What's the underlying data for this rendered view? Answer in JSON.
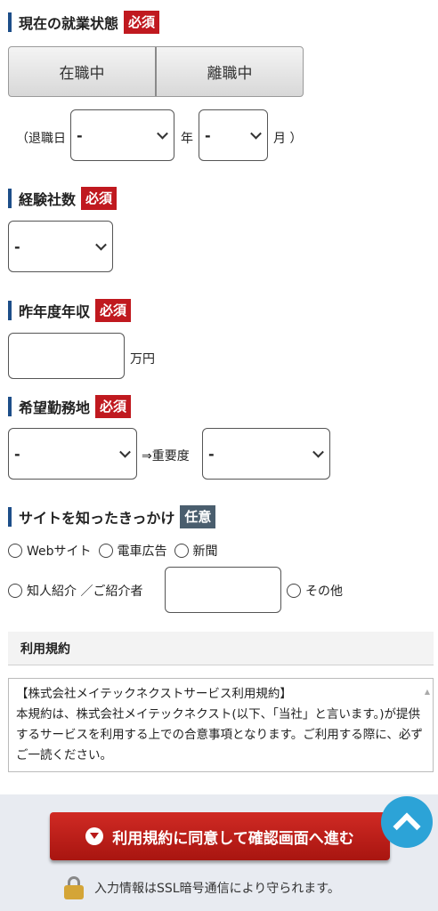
{
  "employment": {
    "title": "現在の就業状態",
    "badge": "必須",
    "options": [
      "在職中",
      "離職中"
    ],
    "retire_open": "（退職日",
    "year_value": "-",
    "year_unit": "年",
    "month_value": "-",
    "month_unit": "月 ）"
  },
  "companies": {
    "title": "経験社数",
    "badge": "必須",
    "value": "-"
  },
  "income": {
    "title": "昨年度年収",
    "badge": "必須",
    "value": "",
    "unit": "万円"
  },
  "location": {
    "title": "希望勤務地",
    "badge": "必須",
    "value": "-",
    "priority_label": "⇒重要度",
    "priority_value": "-"
  },
  "source": {
    "title": "サイトを知ったきっかけ",
    "badge": "任意",
    "options_row1": [
      "Webサイト",
      "電車広告",
      "新聞"
    ],
    "referral_label": "知人紹介 ／ご紹介者",
    "referral_value": "",
    "other_label": "その他"
  },
  "terms": {
    "header": "利用規約",
    "line1": "【株式会社メイテックネクストサービス利用規約】",
    "body": "本規約は、株式会社メイテックネクスト(以下、「当社」と言います。)が提供するサービスを利用する上での合意事項となります。ご利用する際に、必ずご一読ください。",
    "scroll_glyph": "▲"
  },
  "footer": {
    "cta_label": "利用規約に同意して確認画面へ進む",
    "ssl_note": "入力情報はSSL暗号通信により守られます。"
  },
  "colors": {
    "accent_blue": "#1d4e89",
    "required_red": "#c0191f",
    "optional_gray": "#4a5e6e",
    "cta_red": "#c0201c",
    "scroll_top": "#2ca3d7"
  }
}
